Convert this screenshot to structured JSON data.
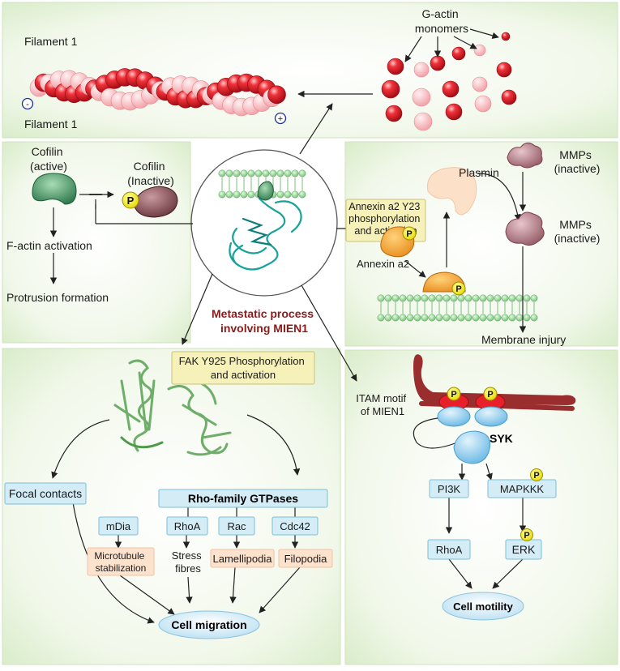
{
  "colors": {
    "panel_green": "#e3f1d6",
    "filament_red": "#e8202a",
    "filament_pink": "#f7b5b9",
    "cofilin_green": "#2e7d4f",
    "cofilin_brown": "#6e3a3e",
    "phospho_yellow": "#f2ec1a",
    "annexin_orange": "#f39c1e",
    "plasmin_peach": "#fbd7b8",
    "mmp_mauve": "#b07b86",
    "membrane_green": "#8fd18e",
    "blue_box": "#d4ecf5",
    "orange_box": "#fde2cd",
    "itam_brown": "#9a2e2e",
    "syk_blue": "#8cc8ec",
    "title_red": "#8b1a1a"
  },
  "filament": {
    "label_top": "Filament 1",
    "label_bottom": "Filament 1",
    "minus": "-",
    "plus": "+",
    "gactin_line1": "G-actin",
    "gactin_line2": "monomers"
  },
  "cofilin_panel": {
    "active_line1": "Cofilin",
    "active_line2": "(active)",
    "inactive_line1": "Cofilin",
    "inactive_line2": "(Inactive)",
    "phospho": "P",
    "factin": "F-actin activation",
    "protrusion": "Protrusion formation"
  },
  "center": {
    "title_line1": "Metastatic process",
    "title_line2": "involving MIEN1"
  },
  "annexin_panel": {
    "box_line1": "Annexin a2 Y23",
    "box_line2": "phosphorylation",
    "box_line3": "and activation",
    "annexin_label": "Annexin a2",
    "plasmin": "Plasmin",
    "mmp_top_line1": "MMPs",
    "mmp_top_line2": "(inactive)",
    "mmp_mid_line1": "MMPs",
    "mmp_mid_line2": "(inactive)",
    "membrane_injury": "Membrane injury",
    "phospho": "P"
  },
  "fak_panel": {
    "fak_line1": "FAK Y925 Phosphorylation",
    "fak_line2": "and activation",
    "focal": "Focal contacts",
    "rho_family": "Rho-family GTPases",
    "mdia": "mDia",
    "rhoa": "RhoA",
    "rac": "Rac",
    "cdc42": "Cdc42",
    "micro_line1": "Microtubule",
    "micro_line2": "stabilization",
    "stress_line1": "Stress",
    "stress_line2": "fibres",
    "lamellipodia": "Lamellipodia",
    "filopodia": "Filopodia",
    "cell_migration": "Cell migration"
  },
  "itam_panel": {
    "itam_line1": "ITAM motif",
    "itam_line2": "of MIEN1",
    "syk": "SYK",
    "pi3k": "PI3K",
    "mapkkk": "MAPKKK",
    "rhoa": "RhoA",
    "erk": "ERK",
    "cell_motility": "Cell motility",
    "phospho": "P"
  }
}
